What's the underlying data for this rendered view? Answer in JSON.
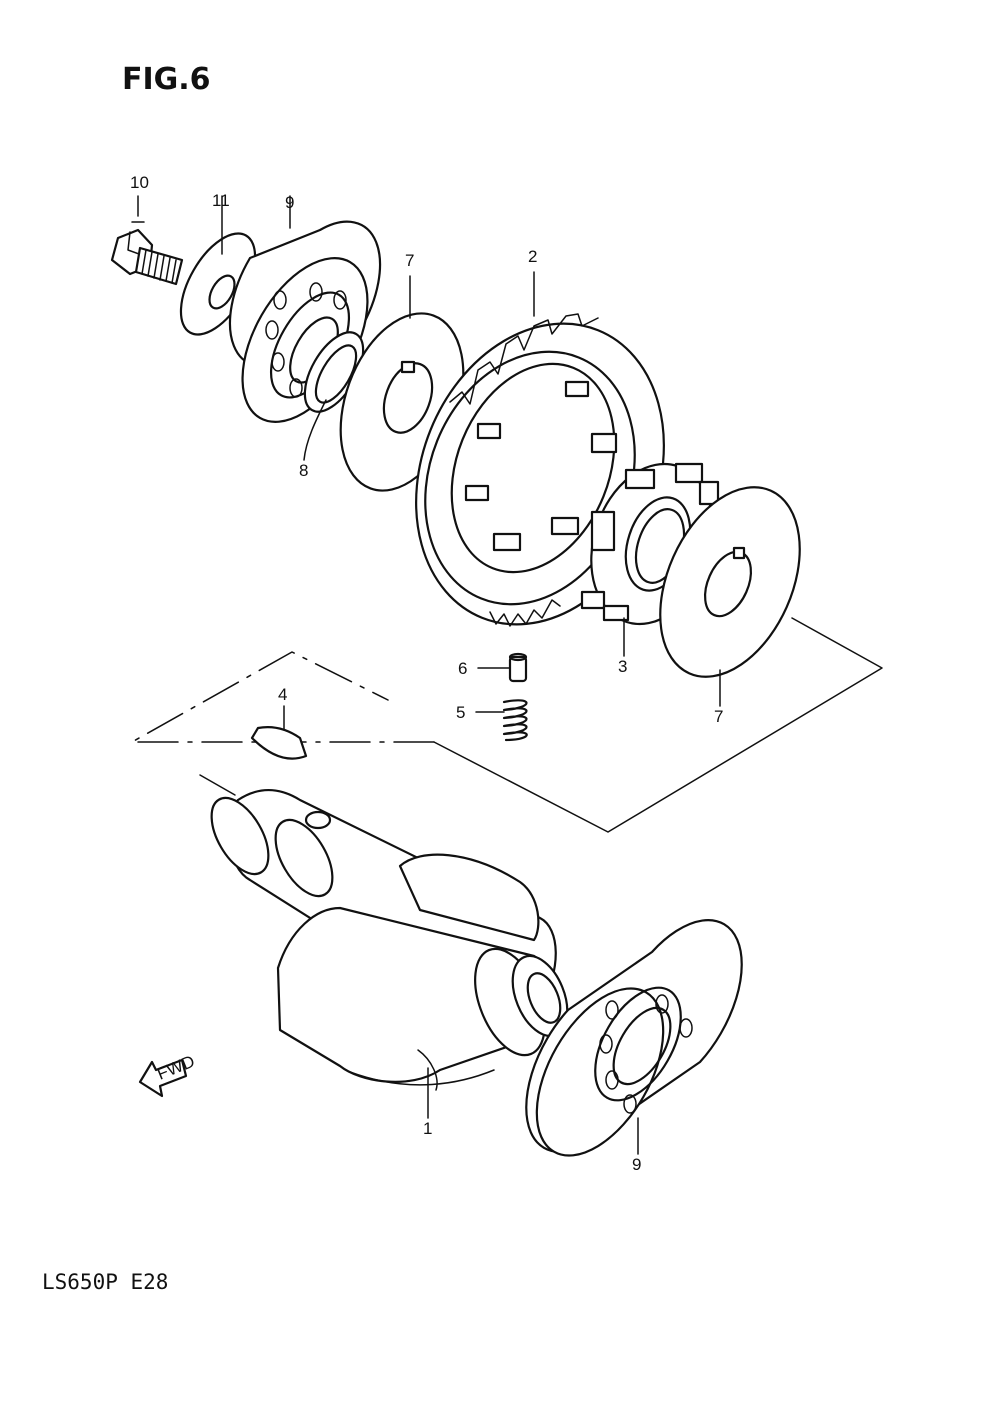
{
  "figure": {
    "title": "FIG.6",
    "model_code": "LS650P  E28"
  },
  "fwd_arrow": {
    "label": "FWD"
  },
  "callouts": {
    "c1": "1",
    "c2": "2",
    "c3": "3",
    "c4": "4",
    "c5": "5",
    "c6": "6",
    "c7a": "7",
    "c7b": "7",
    "c8": "8",
    "c9a": "9",
    "c9b": "9",
    "c10": "10",
    "c11": "11"
  },
  "colors": {
    "ink": "#111111",
    "paper": "#ffffff"
  }
}
